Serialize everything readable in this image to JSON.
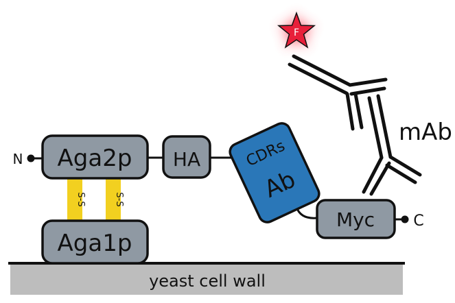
{
  "labels": {
    "n_terminus": "N",
    "c_terminus": "C",
    "aga2p": "Aga2p",
    "aga1p": "Aga1p",
    "ha": "HA",
    "cdrs": "CDRs",
    "ab": "Ab",
    "myc": "Myc",
    "mab": "mAb",
    "fluorophore": "F",
    "disulfide": "S-S",
    "cell_wall": "yeast cell wall"
  },
  "colors": {
    "protein_fill": "#8f99a3",
    "antibody_fill": "#2a77b8",
    "disulfide_fill": "#f2d020",
    "wall_fill": "#bdbdbd",
    "star_fill": "#e8203a",
    "outline": "#111111"
  }
}
